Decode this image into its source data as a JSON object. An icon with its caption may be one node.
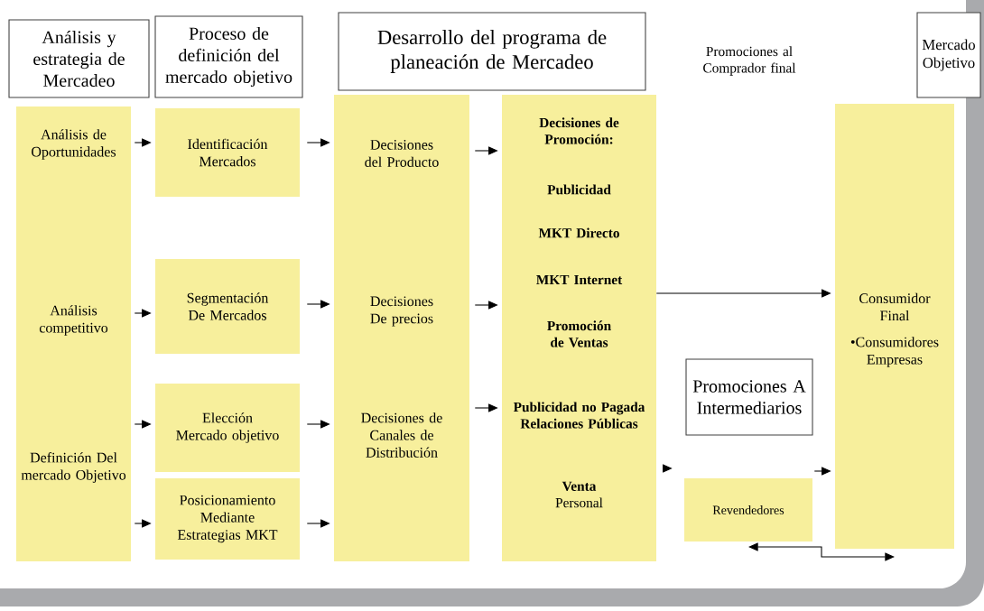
{
  "diagram": {
    "nodes": [
      {
        "text": [
          "Análisis y estrategia de Mercadeo"
        ]
      },
      {
        "text": [
          "Proceso de definición del mercado objetivo"
        ]
      },
      {
        "text": [
          "Desarrollo del programa de planeación de Mercadeo"
        ]
      },
      {
        "text": [
          "Promociones al Comprador final"
        ]
      },
      {
        "text": [
          "Mercado Objetivo"
        ]
      },
      {
        "text": [
          "Análisis de Oportunidades",
          "Análisis competitivo",
          "Definición Del mercado Objetivo"
        ]
      },
      {
        "text": [
          "Identificación Mercados"
        ]
      },
      {
        "text": [
          "Segmentación De Mercados"
        ]
      },
      {
        "text": [
          "Elección Mercado objetivo"
        ]
      },
      {
        "text": [
          "Posicionamiento Mediante Estrategias MKT"
        ]
      },
      {
        "text": [
          "Decisiones del Producto",
          "Decisiones De precios",
          "Decisiones de Canales de Distribución"
        ]
      },
      {
        "text": [
          "Decisiones de Promoción:",
          "Publicidad",
          "MKT Directo",
          "MKT Internet",
          "Promoción de Ventas",
          "Publicidad no Pagada Relaciones Públicas",
          "**Venta** Personal"
        ]
      },
      {
        "text": [
          "Promociones A Intermediarios"
        ]
      },
      {
        "text": [
          "Revendedores"
        ]
      },
      {
        "text": [
          "Consumidor Final",
          "•Consumidores Empresas"
        ]
      }
    ],
    "edges": [
      {
        "from": 5,
        "to": 6,
        "arrow": "to"
      },
      {
        "from": 5,
        "to": 7,
        "arrow": "to"
      },
      {
        "from": 5,
        "to": 8,
        "arrow": "to"
      },
      {
        "from": 5,
        "to": 9,
        "arrow": "to"
      },
      {
        "from": 6,
        "to": 10,
        "arrow": "to"
      },
      {
        "from": 7,
        "to": 10,
        "arrow": "to"
      },
      {
        "from": 8,
        "to": 10,
        "arrow": "to"
      },
      {
        "from": 9,
        "to": 10,
        "arrow": "to"
      },
      {
        "from": 10,
        "to": 11,
        "arrow": "to"
      },
      {
        "from": 10,
        "to": 11,
        "arrow": "to"
      },
      {
        "from": 10,
        "to": 11,
        "arrow": "to"
      },
      {
        "from": 11,
        "to": 14,
        "arrow": "to"
      },
      {
        "from": 11,
        "to": 13,
        "arrow": "to"
      },
      {
        "from": 13,
        "to": 14,
        "arrow": "to"
      },
      {
        "from": 13,
        "to": 14,
        "arrow": "both"
      }
    ]
  }
}
